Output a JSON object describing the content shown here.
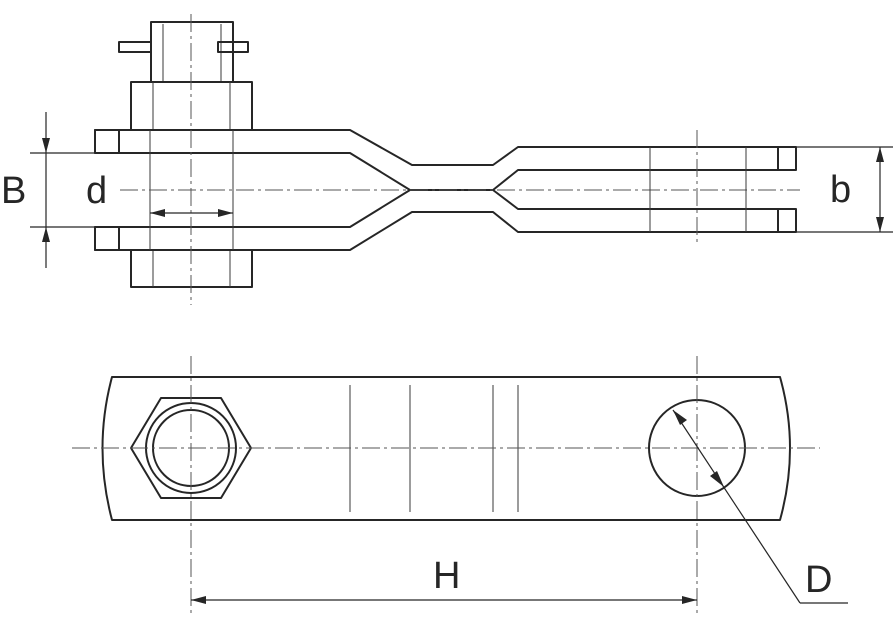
{
  "labels": {
    "B": "B",
    "d": "d",
    "b": "b",
    "H": "H",
    "D": "D"
  },
  "colors": {
    "line": "#262626",
    "background": "#ffffff"
  }
}
